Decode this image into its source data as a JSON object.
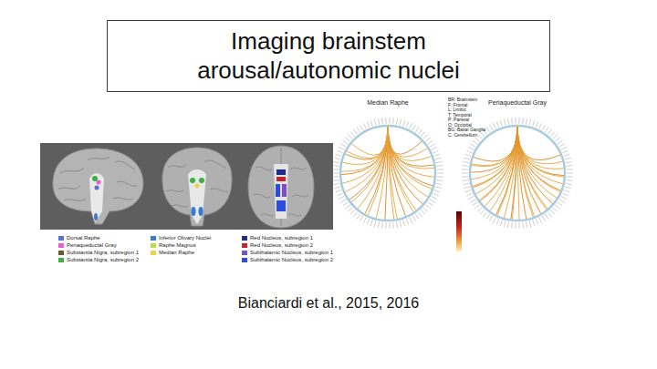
{
  "diagram": {
    "caption": "Bianciardi et al., 2015, 2016",
    "nodes": [
      {
        "text": [
          "Imaging brainstem arousal/autonomic nuclei"
        ]
      }
    ],
    "labels": [
      "Median Raphe",
      "Periaqueductal Gray",
      "BR: Brainstem",
      "F: Frontal",
      "L: Limbic",
      "T: Temporal",
      "P: Parietal",
      "O: Occipital",
      "BG: Basal Ganglia",
      "C: Cerebellum"
    ],
    "legend": [
      {
        "text": "Dorsal Raphe",
        "color": "#5b6fd6"
      },
      {
        "text": "Periaqueductal Gray",
        "color": "#e75fd0"
      },
      {
        "text": "Substantia Nigra, subregion 1",
        "color": "#6b5a2a"
      },
      {
        "text": "Substantia Nigra, subregion 2",
        "color": "#3cb043"
      },
      {
        "text": "Inferior Olivary Nuclei",
        "color": "#3a7bd5"
      },
      {
        "text": "Raphe Magnus",
        "color": "#b5e04a"
      },
      {
        "text": "Median Raphe",
        "color": "#e8d44d"
      },
      {
        "text": "Red Nucleus, subregion 1",
        "color": "#1f2d8a"
      },
      {
        "text": "Red Nucleus, subregion 2",
        "color": "#c0282d"
      },
      {
        "text": "Subthalamic Nucleus, subregion 1",
        "color": "#7b4fc9"
      },
      {
        "text": "Subthalamic Nucleus, subregion 2",
        "color": "#2c4be0"
      }
    ]
  }
}
